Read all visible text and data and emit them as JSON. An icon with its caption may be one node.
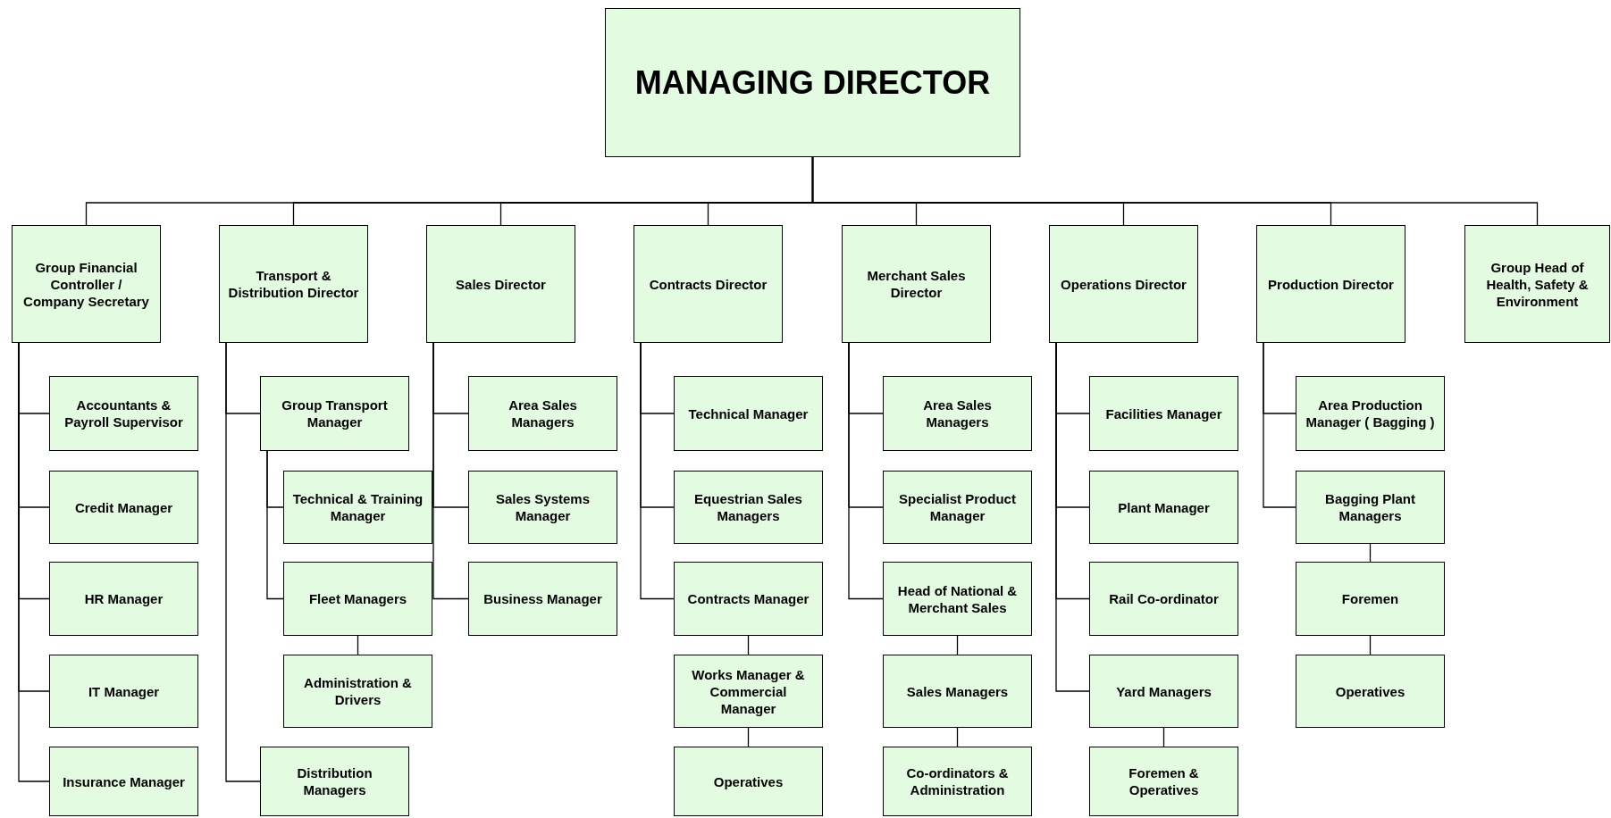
{
  "diagram": {
    "nodes": [
      {
        "text": [
          "MANAGING DIRECTOR"
        ]
      },
      {
        "text": [
          "Group Financial Controller / Company Secretary"
        ]
      },
      {
        "text": [
          "Transport & Distribution Director"
        ]
      },
      {
        "text": [
          "Sales Director"
        ]
      },
      {
        "text": [
          "Contracts Director"
        ]
      },
      {
        "text": [
          "Merchant Sales Director"
        ]
      },
      {
        "text": [
          "Operations Director"
        ]
      },
      {
        "text": [
          "Production Director"
        ]
      },
      {
        "text": [
          "Group Head of Health, Safety & Environment"
        ]
      },
      {
        "text": [
          "Accountants & Payroll Supervisor"
        ]
      },
      {
        "text": [
          "Credit Manager"
        ]
      },
      {
        "text": [
          "HR Manager"
        ]
      },
      {
        "text": [
          "IT Manager"
        ]
      },
      {
        "text": [
          "Insurance Manager"
        ]
      },
      {
        "text": [
          "Group Transport Manager"
        ]
      },
      {
        "text": [
          "Technical & Training Manager"
        ]
      },
      {
        "text": [
          "Fleet Managers"
        ]
      },
      {
        "text": [
          "Administration & Drivers"
        ]
      },
      {
        "text": [
          "Distribution Managers"
        ]
      },
      {
        "text": [
          "Area Sales Managers"
        ]
      },
      {
        "text": [
          "Sales Systems Manager"
        ]
      },
      {
        "text": [
          "Business Manager"
        ]
      },
      {
        "text": [
          "Technical Manager"
        ]
      },
      {
        "text": [
          "Equestrian Sales Managers"
        ]
      },
      {
        "text": [
          "Contracts Manager"
        ]
      },
      {
        "text": [
          "Works Manager & Commercial Manager"
        ]
      },
      {
        "text": [
          "Operatives"
        ]
      },
      {
        "text": [
          "Area Sales Managers"
        ]
      },
      {
        "text": [
          "Specialist Product Manager"
        ]
      },
      {
        "text": [
          "Head of National & Merchant Sales"
        ]
      },
      {
        "text": [
          "Sales Managers"
        ]
      },
      {
        "text": [
          "Co-ordinators & Administration"
        ]
      },
      {
        "text": [
          "Facilities Manager"
        ]
      },
      {
        "text": [
          "Plant Manager"
        ]
      },
      {
        "text": [
          "Rail Co-ordinator"
        ]
      },
      {
        "text": [
          "Yard Managers"
        ]
      },
      {
        "text": [
          "Foremen & Operatives"
        ]
      },
      {
        "text": [
          "Area Production Manager ( Bagging )"
        ]
      },
      {
        "text": [
          "Bagging Plant Managers"
        ]
      },
      {
        "text": [
          "Foremen"
        ]
      },
      {
        "text": [
          "Operatives"
        ]
      }
    ],
    "edges": [
      {
        "from": 0,
        "to": 1,
        "arrow": "none"
      },
      {
        "from": 0,
        "to": 2,
        "arrow": "none"
      },
      {
        "from": 0,
        "to": 3,
        "arrow": "none"
      },
      {
        "from": 0,
        "to": 4,
        "arrow": "none"
      },
      {
        "from": 0,
        "to": 5,
        "arrow": "none"
      },
      {
        "from": 0,
        "to": 6,
        "arrow": "none"
      },
      {
        "from": 0,
        "to": 7,
        "arrow": "none"
      },
      {
        "from": 0,
        "to": 8,
        "arrow": "none"
      },
      {
        "from": 1,
        "to": 9,
        "arrow": "none"
      },
      {
        "from": 1,
        "to": 10,
        "arrow": "none"
      },
      {
        "from": 1,
        "to": 11,
        "arrow": "none"
      },
      {
        "from": 1,
        "to": 12,
        "arrow": "none"
      },
      {
        "from": 1,
        "to": 13,
        "arrow": "none"
      },
      {
        "from": 2,
        "to": 14,
        "arrow": "none"
      },
      {
        "from": 14,
        "to": 15,
        "arrow": "none"
      },
      {
        "from": 14,
        "to": 16,
        "arrow": "none"
      },
      {
        "from": 16,
        "to": 17,
        "arrow": "none"
      },
      {
        "from": 2,
        "to": 18,
        "arrow": "none"
      },
      {
        "from": 3,
        "to": 19,
        "arrow": "none"
      },
      {
        "from": 3,
        "to": 20,
        "arrow": "none"
      },
      {
        "from": 3,
        "to": 21,
        "arrow": "none"
      },
      {
        "from": 4,
        "to": 22,
        "arrow": "none"
      },
      {
        "from": 4,
        "to": 23,
        "arrow": "none"
      },
      {
        "from": 4,
        "to": 24,
        "arrow": "none"
      },
      {
        "from": 24,
        "to": 25,
        "arrow": "none"
      },
      {
        "from": 25,
        "to": 26,
        "arrow": "none"
      },
      {
        "from": 5,
        "to": 27,
        "arrow": "none"
      },
      {
        "from": 5,
        "to": 28,
        "arrow": "none"
      },
      {
        "from": 5,
        "to": 29,
        "arrow": "none"
      },
      {
        "from": 29,
        "to": 30,
        "arrow": "none"
      },
      {
        "from": 30,
        "to": 31,
        "arrow": "none"
      },
      {
        "from": 6,
        "to": 32,
        "arrow": "none"
      },
      {
        "from": 6,
        "to": 33,
        "arrow": "none"
      },
      {
        "from": 6,
        "to": 34,
        "arrow": "none"
      },
      {
        "from": 6,
        "to": 35,
        "arrow": "none"
      },
      {
        "from": 35,
        "to": 36,
        "arrow": "none"
      },
      {
        "from": 7,
        "to": 37,
        "arrow": "none"
      },
      {
        "from": 7,
        "to": 38,
        "arrow": "none"
      },
      {
        "from": 38,
        "to": 39,
        "arrow": "none"
      },
      {
        "from": 39,
        "to": 40,
        "arrow": "none"
      }
    ]
  }
}
